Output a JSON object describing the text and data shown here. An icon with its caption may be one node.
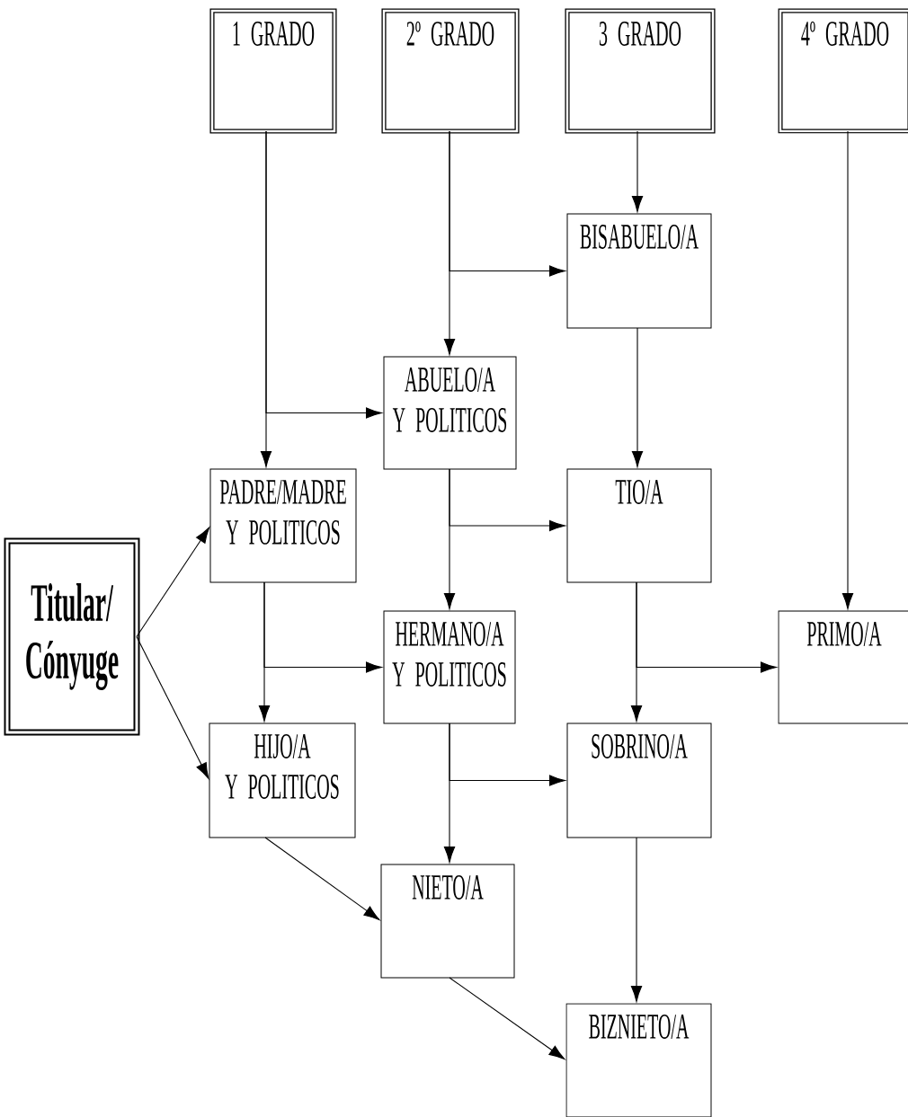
{
  "diagram": {
    "nodes": [
      {
        "text": [
          "1 GRADO"
        ]
      },
      {
        "text": [
          "2º GRADO"
        ]
      },
      {
        "text": [
          "3 GRADO"
        ]
      },
      {
        "text": [
          "4º GRADO"
        ]
      },
      {
        "text": [
          "BISABUELO/A"
        ]
      },
      {
        "text": [
          "ABUELO/A",
          "Y POLITICOS"
        ]
      },
      {
        "text": [
          "PADRE/MADRE",
          "Y POLITICOS"
        ]
      },
      {
        "text": [
          "TIO/A"
        ]
      },
      {
        "text": [
          "Titular/ Cónyuge"
        ]
      },
      {
        "text": [
          "HERMANO/A",
          "Y POLITICOS"
        ]
      },
      {
        "text": [
          "PRIMO/A"
        ]
      },
      {
        "text": [
          "HIJO/A",
          "Y POLITICOS"
        ]
      },
      {
        "text": [
          "SOBRINO/A"
        ]
      },
      {
        "text": [
          "NIETO/A"
        ]
      },
      {
        "text": [
          "BIZNIETO/A"
        ]
      }
    ],
    "edges": [
      {
        "from": 0,
        "to": 6,
        "arrow": "to"
      },
      {
        "from": 0,
        "to": 5,
        "arrow": "to"
      },
      {
        "from": 1,
        "to": 5,
        "arrow": "to"
      },
      {
        "from": 1,
        "to": 4,
        "arrow": "to"
      },
      {
        "from": 2,
        "to": 4,
        "arrow": "to"
      },
      {
        "from": 3,
        "to": 10,
        "arrow": "to"
      },
      {
        "from": 4,
        "to": 7,
        "arrow": "to"
      },
      {
        "from": 5,
        "to": 9,
        "arrow": "to"
      },
      {
        "from": 5,
        "to": 7,
        "arrow": "to"
      },
      {
        "from": 8,
        "to": 6,
        "arrow": "to"
      },
      {
        "from": 8,
        "to": 11,
        "arrow": "to"
      },
      {
        "from": 6,
        "to": 11,
        "arrow": "to"
      },
      {
        "from": 6,
        "to": 9,
        "arrow": "to"
      },
      {
        "from": 7,
        "to": 12,
        "arrow": "to"
      },
      {
        "from": 7,
        "to": 10,
        "arrow": "to"
      },
      {
        "from": 9,
        "to": 13,
        "arrow": "to"
      },
      {
        "from": 9,
        "to": 12,
        "arrow": "to"
      },
      {
        "from": 11,
        "to": 13,
        "arrow": "to"
      },
      {
        "from": 12,
        "to": 14,
        "arrow": "to"
      },
      {
        "from": 13,
        "to": 14,
        "arrow": "to"
      }
    ]
  }
}
